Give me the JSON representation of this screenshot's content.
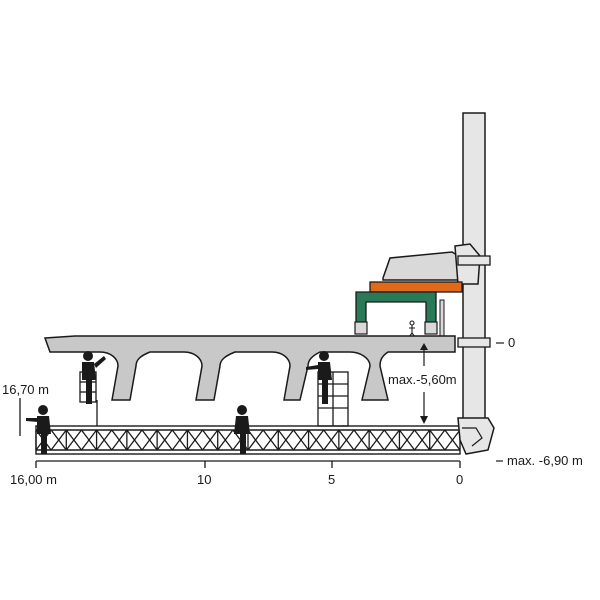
{
  "labels": {
    "height_left": "16,70 m",
    "reach_left": "16,00 m",
    "tick_10": "10",
    "tick_5": "5",
    "tick_0": "0",
    "level_zero": "0",
    "clearance": "max.-5,60m",
    "depth": "max. -6,90 m"
  },
  "colors": {
    "outline": "#1a1a1a",
    "concrete": "#c8c8c8",
    "column": "#e6e6e6",
    "counterweight": "#e06a1a",
    "gantry": "#2a7a58",
    "truck_body": "#d9d9d9"
  },
  "icons": {
    "worker": "person-silhouette",
    "ladder": "scaffold-ladder",
    "truss": "lattice-truss"
  }
}
